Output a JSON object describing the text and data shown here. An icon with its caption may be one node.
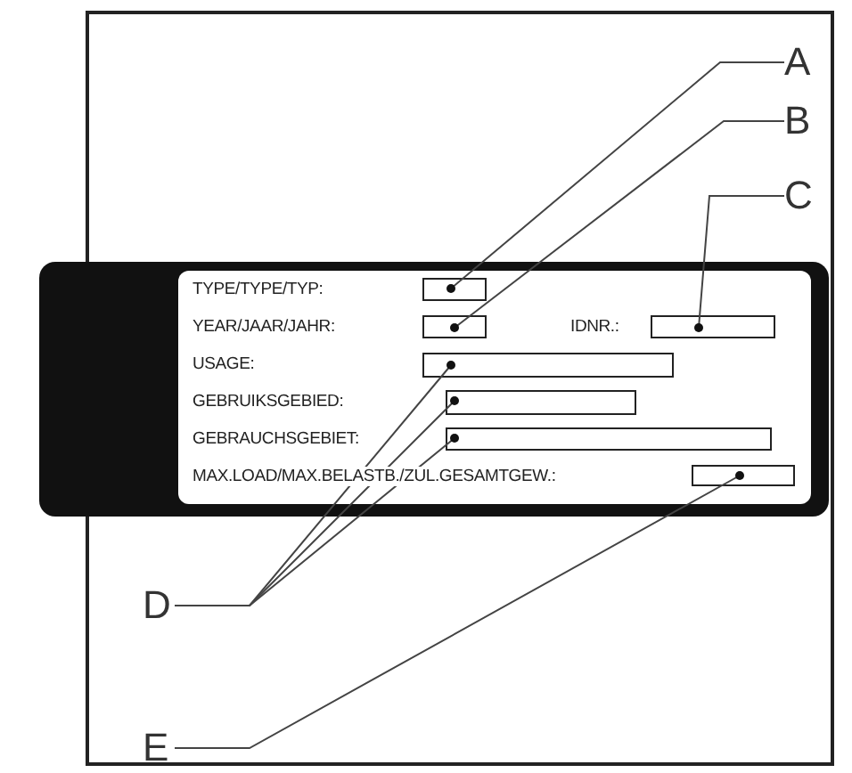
{
  "diagram": {
    "nodes": [
      {
        "text": [
          "A"
        ]
      },
      {
        "text": [
          "B"
        ]
      },
      {
        "text": [
          "C"
        ]
      },
      {
        "text": [
          "TYPE/TYPE/TYP:",
          "YEAR/JAAR/JAHR:",
          "IDNR.:",
          "USAGE:",
          "GEBRUIKSGEBIED:",
          "GEBRAUCHSGEBIET:",
          "MAX.LOAD/MAX.BELASTB./ZUL.GESAMTGEW.:"
        ]
      },
      {
        "text": [],
        "shape": "box",
        "in": 3
      },
      {
        "text": [],
        "shape": "box",
        "in": 3
      },
      {
        "text": [],
        "shape": "box",
        "in": 3
      },
      {
        "text": [],
        "shape": "box",
        "in": 3
      },
      {
        "text": [],
        "shape": "box",
        "in": 3
      },
      {
        "text": [],
        "shape": "box",
        "in": 3
      },
      {
        "text": [],
        "shape": "box",
        "in": 3
      },
      {
        "text": [
          "D"
        ]
      },
      {
        "text": [
          "E"
        ]
      }
    ],
    "edges": [
      {
        "from": 0,
        "to": 4,
        "arrow": "other"
      },
      {
        "from": 1,
        "to": 5,
        "arrow": "other"
      },
      {
        "from": 2,
        "to": 6,
        "arrow": "other"
      },
      {
        "from": 11,
        "to": 7,
        "arrow": "other"
      },
      {
        "from": 11,
        "to": 8,
        "arrow": "other"
      },
      {
        "from": 11,
        "to": 9,
        "arrow": "other"
      },
      {
        "from": 12,
        "to": 10,
        "arrow": "other"
      }
    ]
  }
}
